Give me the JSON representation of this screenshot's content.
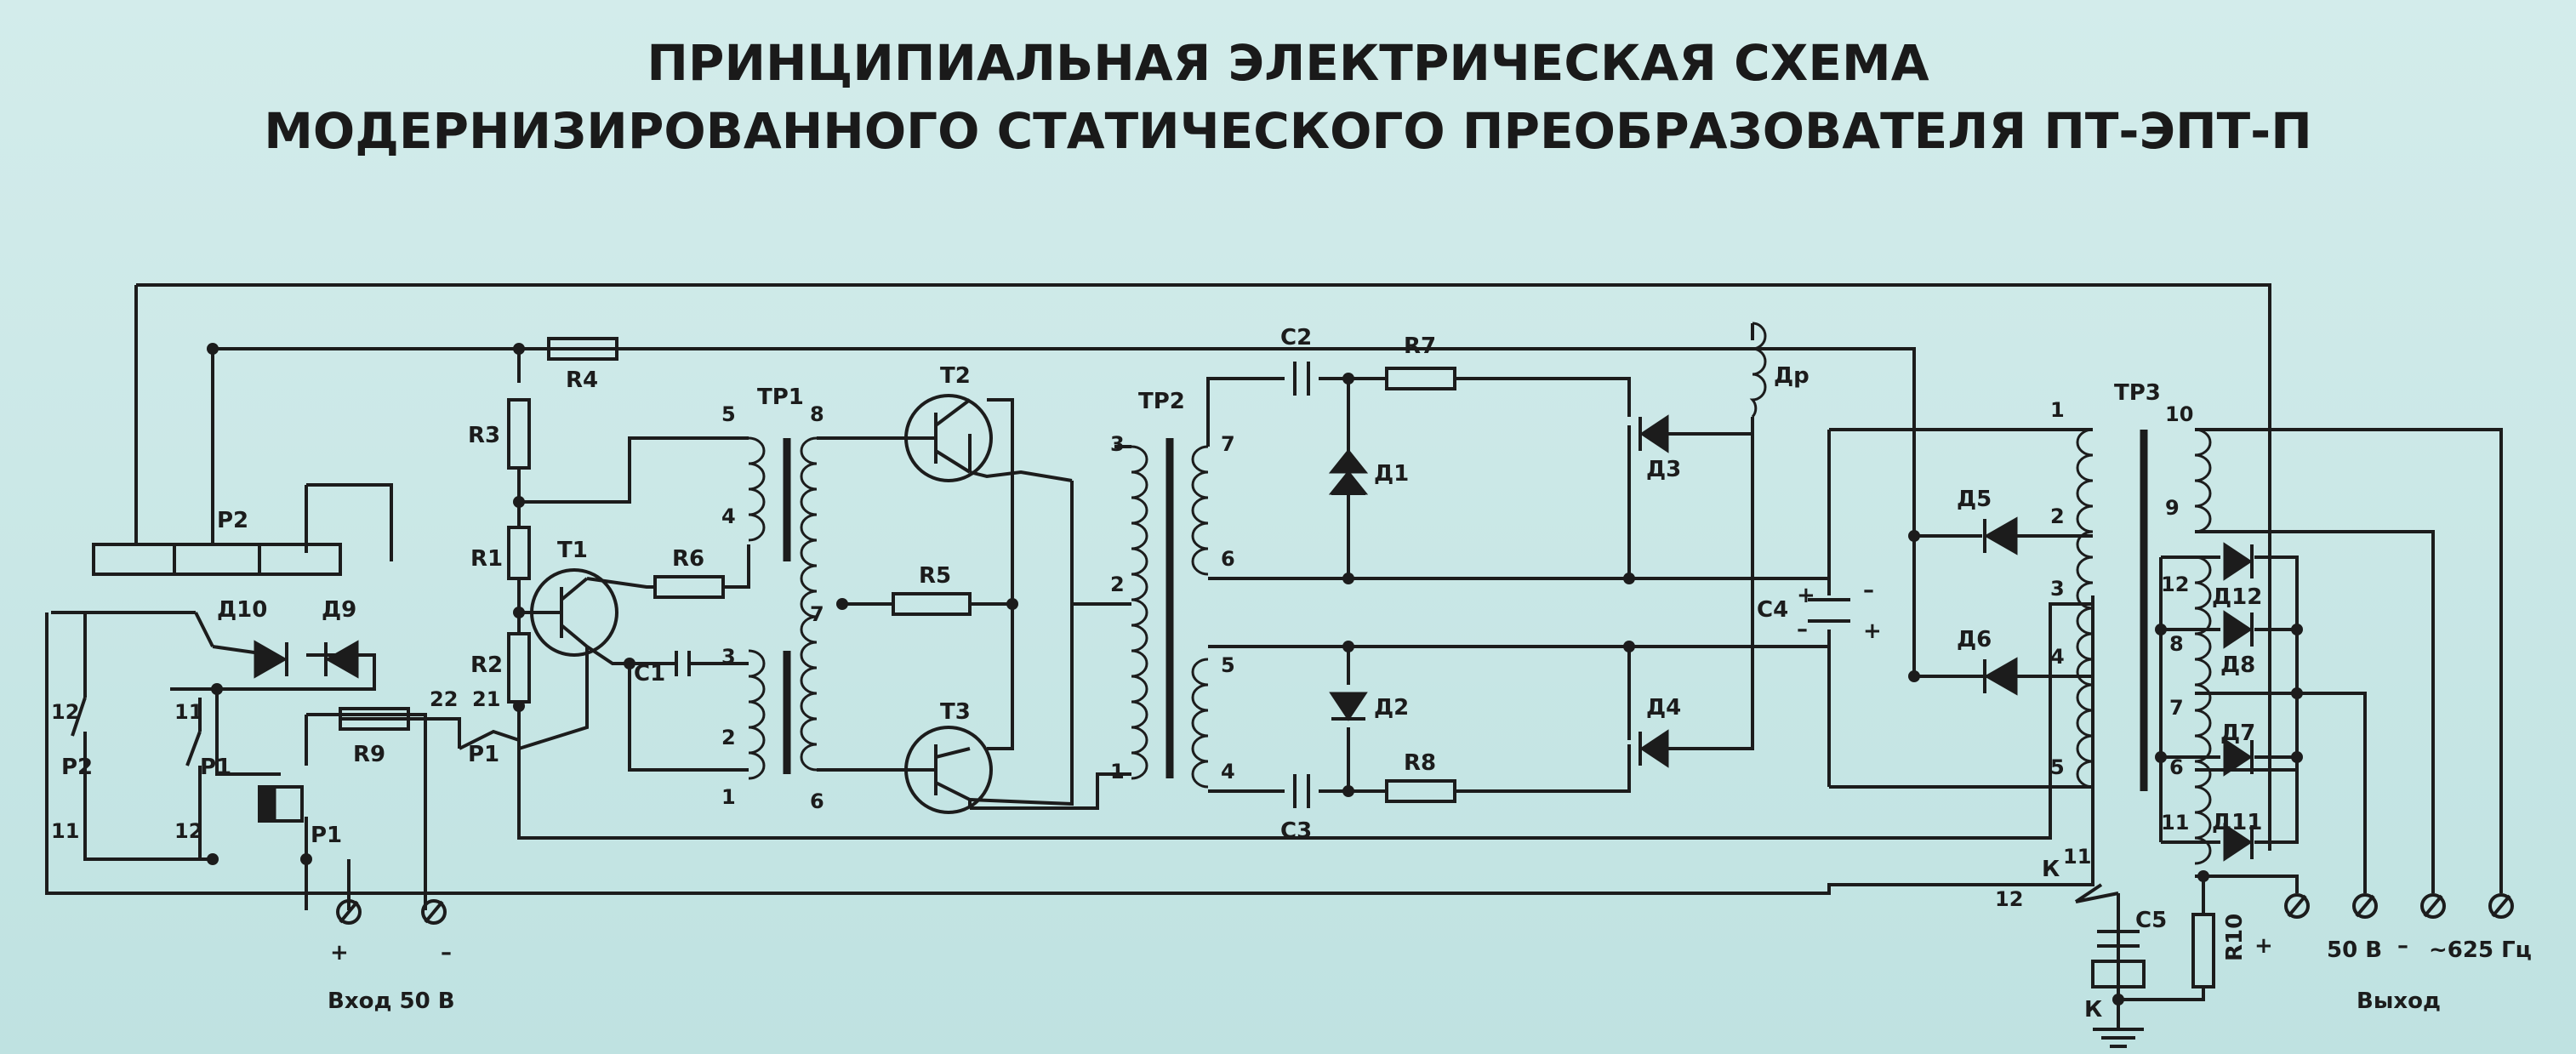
{
  "title": {
    "line1": "ПРИНЦИПИАЛЬНАЯ ЭЛЕКТРИЧЕСКАЯ СХЕМА",
    "line2": "МОДЕРНИЗИРОВАННОГО СТАТИЧЕСКОГО ПРЕОБРАЗОВАТЕЛЯ ПТ-ЭПТ-П"
  },
  "components": {
    "r1": "R1",
    "r2": "R2",
    "r3": "R3",
    "r4": "R4",
    "r5": "R5",
    "r6": "R6",
    "r7": "R7",
    "r8": "R8",
    "r9": "R9",
    "r10": "R10",
    "c1": "С1",
    "c2": "С2",
    "c3": "С3",
    "c4": "С4",
    "c5": "С5",
    "t1": "Т1",
    "t2": "Т2",
    "t3": "Т3",
    "tr1": "ТР1",
    "tr2": "ТР2",
    "tr3": "ТР3",
    "d1": "Д1",
    "d2": "Д2",
    "d3": "Д3",
    "d4": "Д4",
    "d5": "Д5",
    "d6": "Д6",
    "d7": "Д7",
    "d8": "Д8",
    "d9": "Д9",
    "d10": "Д10",
    "d11": "Д11",
    "d12": "Д12",
    "choke": "Др",
    "relay_p1": "Р1",
    "relay_p2": "Р2",
    "relay_k": "К"
  },
  "pins": {
    "tr1": [
      "5",
      "4",
      "3",
      "2",
      "1",
      "8",
      "7",
      "6"
    ],
    "tr2": [
      "3",
      "2",
      "1",
      "7",
      "6",
      "5",
      "4"
    ],
    "tr3": [
      "1",
      "2",
      "3",
      "4",
      "5",
      "10",
      "9",
      "12",
      "8",
      "7",
      "6",
      "11"
    ],
    "contacts": [
      "12",
      "11",
      "11",
      "12",
      "22",
      "21",
      "11",
      "12"
    ]
  },
  "polarity": {
    "plus": "+",
    "minus": "–"
  },
  "terminals": {
    "input_label": "Вход 50 В",
    "input_plus": "+",
    "input_minus": "–",
    "output_label": "Выход",
    "output_plus": "+",
    "output_50v": "50 В",
    "output_minus": "–",
    "output_ac": "~625 Гц"
  }
}
